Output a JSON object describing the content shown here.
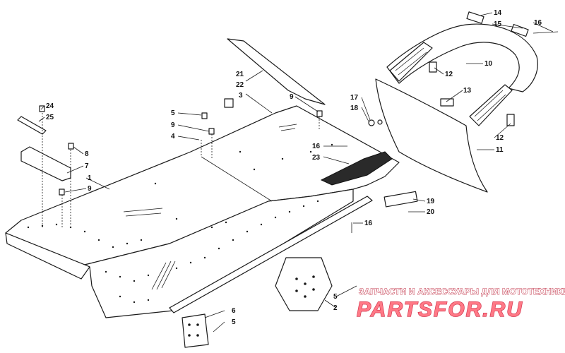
{
  "callouts": [
    {
      "id": "c24",
      "text": "24"
    },
    {
      "id": "c25",
      "text": "25"
    },
    {
      "id": "c8",
      "text": "8"
    },
    {
      "id": "c7",
      "text": "7"
    },
    {
      "id": "c1",
      "text": "1"
    },
    {
      "id": "c9a",
      "text": "9"
    },
    {
      "id": "c5a",
      "text": "5"
    },
    {
      "id": "c9b",
      "text": "9"
    },
    {
      "id": "c4",
      "text": "4"
    },
    {
      "id": "c21",
      "text": "21"
    },
    {
      "id": "c22",
      "text": "22"
    },
    {
      "id": "c3",
      "text": "3"
    },
    {
      "id": "c9c",
      "text": "9"
    },
    {
      "id": "c16a",
      "text": "16"
    },
    {
      "id": "c23",
      "text": "23"
    },
    {
      "id": "c17",
      "text": "17"
    },
    {
      "id": "c18",
      "text": "18"
    },
    {
      "id": "c13",
      "text": "13"
    },
    {
      "id": "c14",
      "text": "14"
    },
    {
      "id": "c15",
      "text": "15"
    },
    {
      "id": "c16b",
      "text": "16"
    },
    {
      "id": "c10",
      "text": "10"
    },
    {
      "id": "c12a",
      "text": "12"
    },
    {
      "id": "c12b",
      "text": "12"
    },
    {
      "id": "c11",
      "text": "11"
    },
    {
      "id": "c19",
      "text": "19"
    },
    {
      "id": "c20",
      "text": "20"
    },
    {
      "id": "c16c",
      "text": "16"
    },
    {
      "id": "c5b",
      "text": "5"
    },
    {
      "id": "c2",
      "text": "2"
    },
    {
      "id": "c6",
      "text": "6"
    },
    {
      "id": "c5c",
      "text": "5"
    }
  ],
  "watermark": {
    "subtitle": "ЗАПЧАСТИ И АКСЕССУАРЫ ДЛЯ МОТОТЕХНИКИ",
    "brand": "PARTSFOR.RU"
  },
  "colors": {
    "line": "#1a1a1a",
    "watermark_fill": "#ff6b7a",
    "watermark_stroke": "#c8102e"
  }
}
